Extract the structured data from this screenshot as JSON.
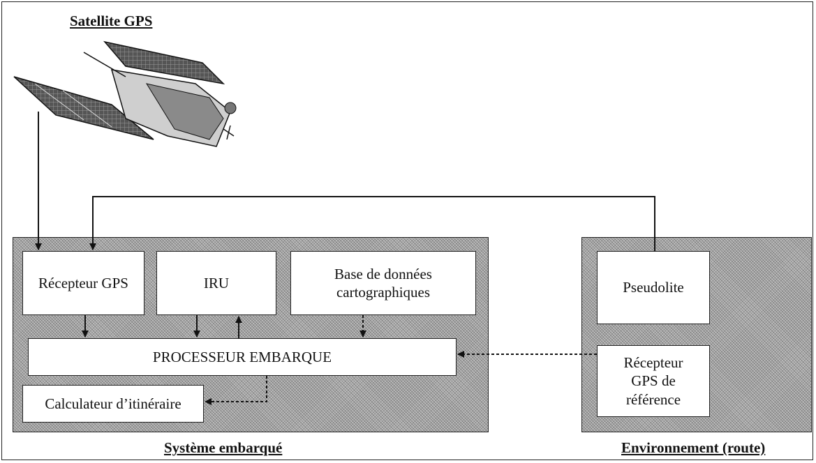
{
  "satellite": {
    "title": "Satellite GPS",
    "icon": "satellite-icon"
  },
  "onboard_system": {
    "label": "Système embarqué",
    "gps_receiver": "Récepteur GPS",
    "iru": "IRU",
    "map_database": "Base de données\ncartographiques",
    "processor": "PROCESSEUR EMBARQUE",
    "route_calculator": "Calculateur d’itinéraire"
  },
  "environment": {
    "label": "Environnement (route)",
    "pseudolite": "Pseudolite",
    "reference_receiver": "Récepteur\nGPS de\nréférence"
  },
  "colors": {
    "group_fill": "#bdbdbd",
    "box_fill": "#ffffff",
    "stroke": "#222222"
  }
}
